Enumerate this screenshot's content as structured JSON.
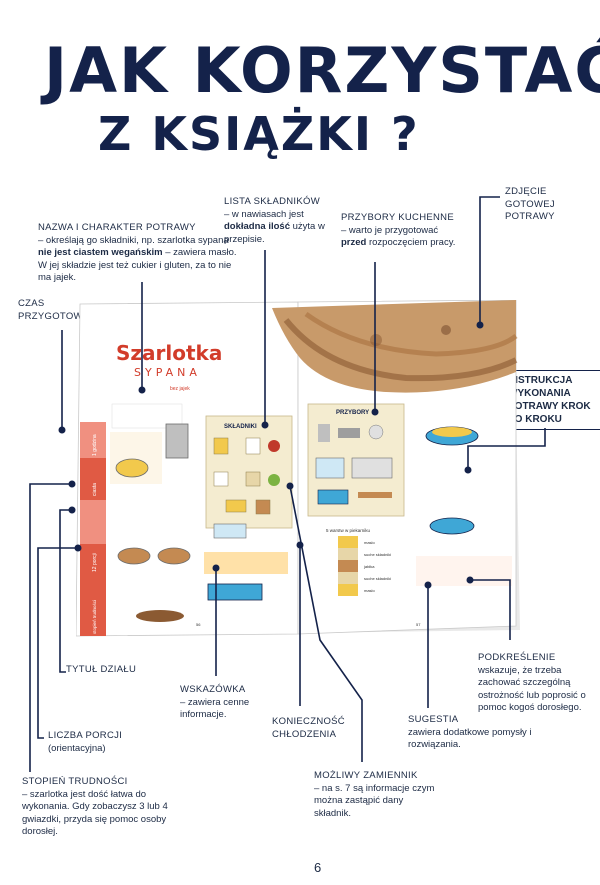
{
  "title": {
    "line1": "JAK KORZYSTAĆ",
    "line2": "Z KSIĄŻKI ?"
  },
  "labels": {
    "nazwa": {
      "head": "NAZWA I CHARAKTER POTRAWY",
      "text1": "– określają go składniki, np. szarlotka sypana ",
      "bold": "nie jest ciastem wegańskim",
      "text2": " – zawiera masło. W jej składzie jest też cukier i gluten, za to nie ma jajek."
    },
    "lista": {
      "head": "LISTA SKŁADNIKÓW",
      "text1": "– w nawiasach jest ",
      "bold": "dokładna ilość",
      "text2": " użyta w przepisie."
    },
    "przybory": {
      "head": "PRZYBORY KUCHENNE",
      "text1": "– warto je przygotować ",
      "bold": "przed",
      "text2": " rozpoczęciem pracy."
    },
    "zdjecie": {
      "head": "ZDJĘCIE GOTOWEJ POTRAWY"
    },
    "czas": {
      "head": "CZAS PRZYGOTOWANIA"
    },
    "instrukcja": {
      "head": "INSTRUKCJA WYKONANIA POTRAWY KROK PO KROKU"
    },
    "podkreslenie": {
      "head": "PODKREŚLENIE",
      "text": "wskazuje, że trzeba zachować szczególną ostrożność lub poprosić o pomoc kogoś dorosłego."
    },
    "tytul": {
      "head": "TYTUŁ DZIAŁU"
    },
    "wskazowka": {
      "head": "WSKAZÓWKA",
      "text": "– zawiera cenne informacje."
    },
    "koniecznosc": {
      "head": "KONIECZNOŚĆ CHŁODZENIA"
    },
    "sugestia": {
      "head": "SUGESTIA",
      "text": "zawiera dodatkowe pomysły i rozwiązania."
    },
    "liczba": {
      "head": "LICZBA PORCJI",
      "text": "(orientacyjna)"
    },
    "zamiennik": {
      "head": "MOŻLIWY ZAMIENNIK",
      "text": "– na s. 7 są informacje czym można zastąpić dany składnik."
    },
    "stopien": {
      "head": "STOPIEŃ TRUDNOŚCI",
      "text": "– szarlotka jest dość łatwa do wykonania. Gdy zobaczysz 3 lub 4 gwiazdki, przyda się pomoc osoby dorosłej."
    }
  },
  "spread": {
    "recipe_title": "Szarlotka",
    "recipe_subtitle": "SYPANA",
    "tag": "bez jajek",
    "ingredients_head": "SKŁADNIKI",
    "tools_head": "PRZYBORY",
    "side_tabs": [
      "1 godzina",
      "ciasta",
      "12 porcji",
      "stopień trudności"
    ],
    "page_left": "56",
    "page_right": "57",
    "layers_head": "5 warstw w piekarniku",
    "layers": [
      "masło",
      "suche składniki",
      "jabłka",
      "suche składniki",
      "masło"
    ]
  },
  "page_number": "6",
  "colors": {
    "ink": "#14224a",
    "accent": "#d23c2a",
    "paper": "#f4ecd0",
    "blue": "#3fa7d6"
  }
}
